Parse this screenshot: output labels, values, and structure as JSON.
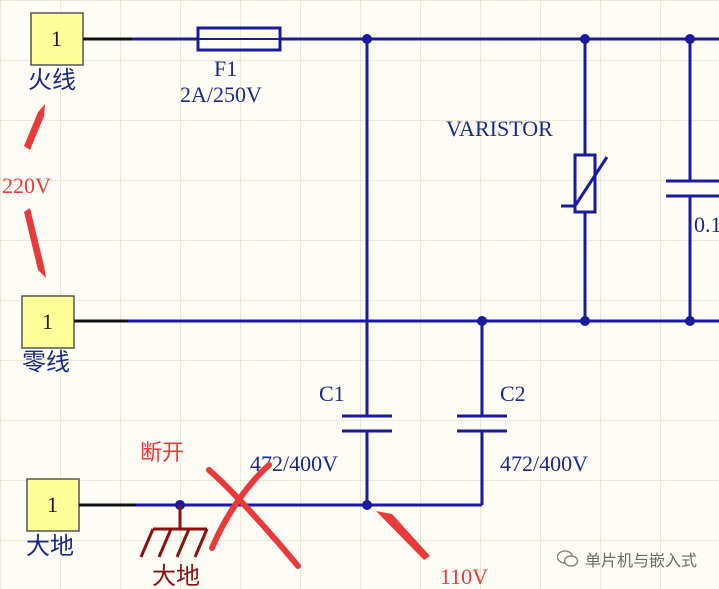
{
  "connectors": {
    "live_pin": "1",
    "live_label": "火线",
    "neutral_pin": "1",
    "neutral_label": "零线",
    "earth_pin": "1",
    "earth_label": "大地"
  },
  "fuse": {
    "ref": "F1",
    "value": "2A/250V"
  },
  "varistor": {
    "label": "VARISTOR"
  },
  "cap_partial": "0.1",
  "c1": {
    "ref": "C1",
    "value": "472/400V"
  },
  "c2": {
    "ref": "C2",
    "value": "472/400V"
  },
  "ground_symbol_label": "大地",
  "annotations": {
    "voltage_220": "220V",
    "disconnect": "断开",
    "voltage_110": "110V"
  },
  "watermark": {
    "text": "单片机与嵌入式",
    "icon": "wechat-icon"
  },
  "colors": {
    "wire": "#1a1aa0",
    "annotation": "#e83a3a",
    "pin_box": "#ffff99",
    "ground": "#8b1010"
  }
}
